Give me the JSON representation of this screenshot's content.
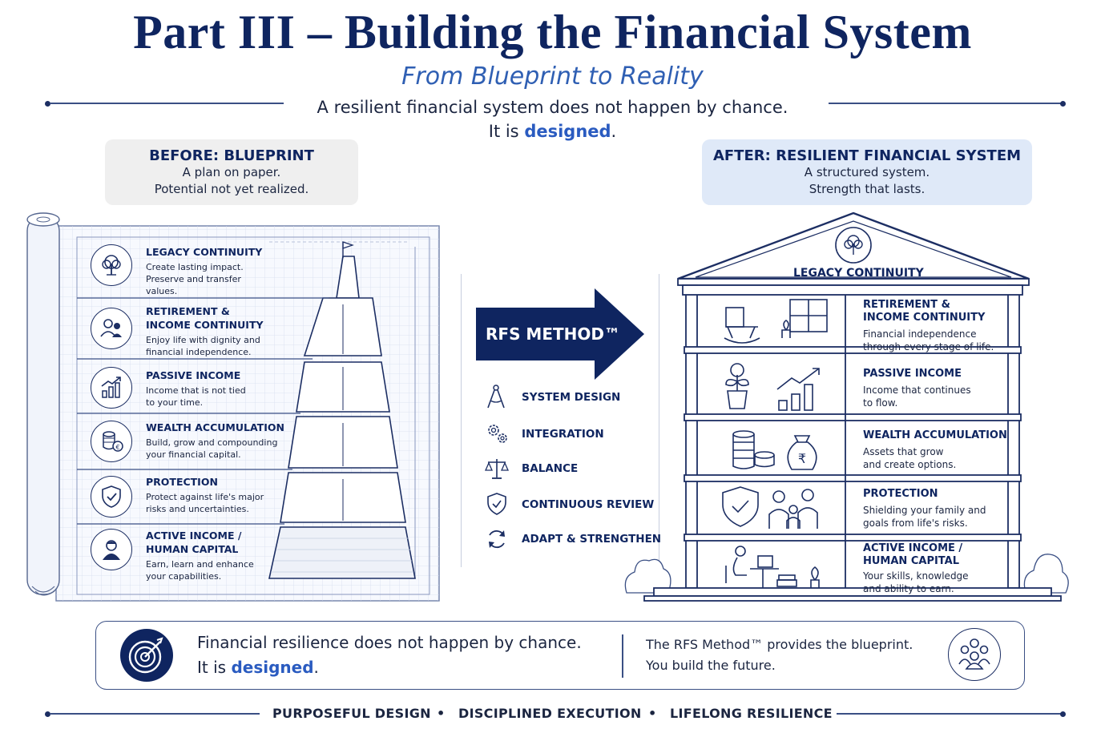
{
  "header": {
    "title": "Part III – Building the Financial System",
    "subtitle": "From Blueprint to Reality",
    "intro_line1": "A resilient financial system does not happen by chance.",
    "intro_line2_prefix": "It is ",
    "intro_line2_emphasis": "designed",
    "intro_line2_suffix": "."
  },
  "before": {
    "heading": "BEFORE:  BLUEPRINT",
    "line1": "A plan on paper.",
    "line2": "Potential not yet realized."
  },
  "after": {
    "heading": "AFTER:  RESILIENT FINANCIAL SYSTEM",
    "line1": "A structured system.",
    "line2": "Strength that lasts."
  },
  "blueprint_rows": [
    {
      "icon": "tree-icon",
      "title1": "LEGACY CONTINUITY",
      "title2": "",
      "desc1": "Create lasting impact.",
      "desc2": "Preserve and transfer",
      "desc3": "values."
    },
    {
      "icon": "family-icon",
      "title1": "RETIREMENT &",
      "title2": "INCOME CONTINUITY",
      "desc1": "Enjoy life with dignity and",
      "desc2": "financial independence.",
      "desc3": ""
    },
    {
      "icon": "growth-chart-icon",
      "title1": "PASSIVE INCOME",
      "title2": "",
      "desc1": "Income that is not tied",
      "desc2": "to your time.",
      "desc3": ""
    },
    {
      "icon": "coins-icon",
      "title1": "WEALTH ACCUMULATION",
      "title2": "",
      "desc1": "Build, grow and compounding",
      "desc2": "your financial capital.",
      "desc3": ""
    },
    {
      "icon": "shield-icon",
      "title1": "PROTECTION",
      "title2": "",
      "desc1": "Protect against life's major",
      "desc2": "risks and uncertainties.",
      "desc3": ""
    },
    {
      "icon": "person-icon",
      "title1": "ACTIVE INCOME /",
      "title2": "HUMAN CAPITAL",
      "desc1": "Earn, learn and enhance",
      "desc2": "your capabilities.",
      "desc3": ""
    }
  ],
  "method": {
    "arrow_label": "RFS METHOD™",
    "steps": [
      {
        "icon": "compass-icon",
        "label": "SYSTEM DESIGN"
      },
      {
        "icon": "gears-icon",
        "label": "INTEGRATION"
      },
      {
        "icon": "scale-icon",
        "label": "BALANCE"
      },
      {
        "icon": "shield-check-icon",
        "label": "CONTINUOUS REVIEW"
      },
      {
        "icon": "refresh-icon",
        "label": "ADAPT & STRENGTHEN"
      }
    ]
  },
  "building": {
    "roof_label": "LEGACY CONTINUITY",
    "floors": [
      {
        "title1": "RETIREMENT &",
        "title2": "INCOME CONTINUITY",
        "desc1": "Financial independence",
        "desc2": "through every stage of life."
      },
      {
        "title1": "PASSIVE INCOME",
        "title2": "",
        "desc1": "Income that continues",
        "desc2": "to flow."
      },
      {
        "title1": "WEALTH ACCUMULATION",
        "title2": "",
        "desc1": "Assets that grow",
        "desc2": "and create options."
      },
      {
        "title1": "PROTECTION",
        "title2": "",
        "desc1": "Shielding your family and",
        "desc2": "goals from life's risks."
      },
      {
        "title1": "ACTIVE INCOME /",
        "title2": "HUMAN CAPITAL",
        "desc1": "Your skills, knowledge",
        "desc2": "and ability to earn."
      }
    ]
  },
  "footer": {
    "left_line1": "Financial resilience does not happen by chance.",
    "left_line2_prefix": "It is ",
    "left_line2_emphasis": "designed",
    "left_line2_suffix": ".",
    "right_line1": "The RFS Method™ provides the blueprint.",
    "right_line2": "You build the future."
  },
  "tagline": {
    "item1": "PURPOSEFUL DESIGN",
    "item2": "DISCIPLINED EXECUTION",
    "item3": "LIFELONG RESILIENCE",
    "separator": "•"
  },
  "colors": {
    "navy": "#0f2560",
    "accent_blue": "#2a5bc0",
    "before_box": "#efefef",
    "after_box": "#dfe9f8"
  }
}
